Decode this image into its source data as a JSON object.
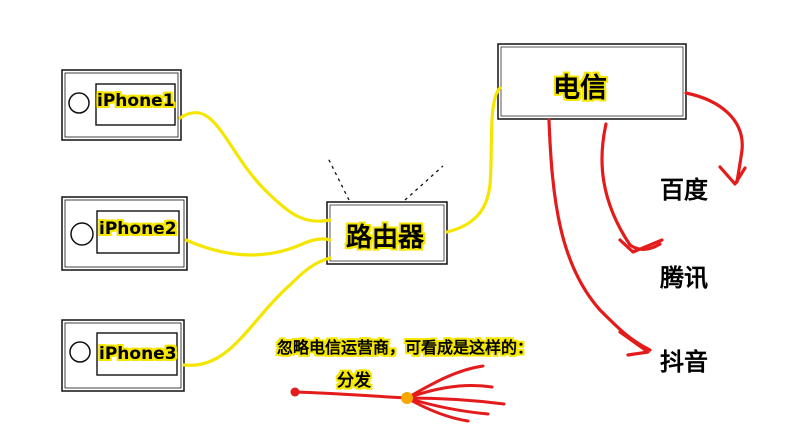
{
  "phones": [
    {
      "label": "iPhone1"
    },
    {
      "label": "iPhone2"
    },
    {
      "label": "iPhone3"
    }
  ],
  "router": {
    "label": "路由器"
  },
  "telecom": {
    "label": "电信"
  },
  "services": [
    {
      "label": "百度"
    },
    {
      "label": "腾讯"
    },
    {
      "label": "抖音"
    }
  ],
  "note": "忽略电信运营商，可看成是这样的：",
  "distribute_label": "分发",
  "colors": {
    "wire": "#f5e600",
    "arrow": "#e31b1b",
    "line": "#111111"
  }
}
